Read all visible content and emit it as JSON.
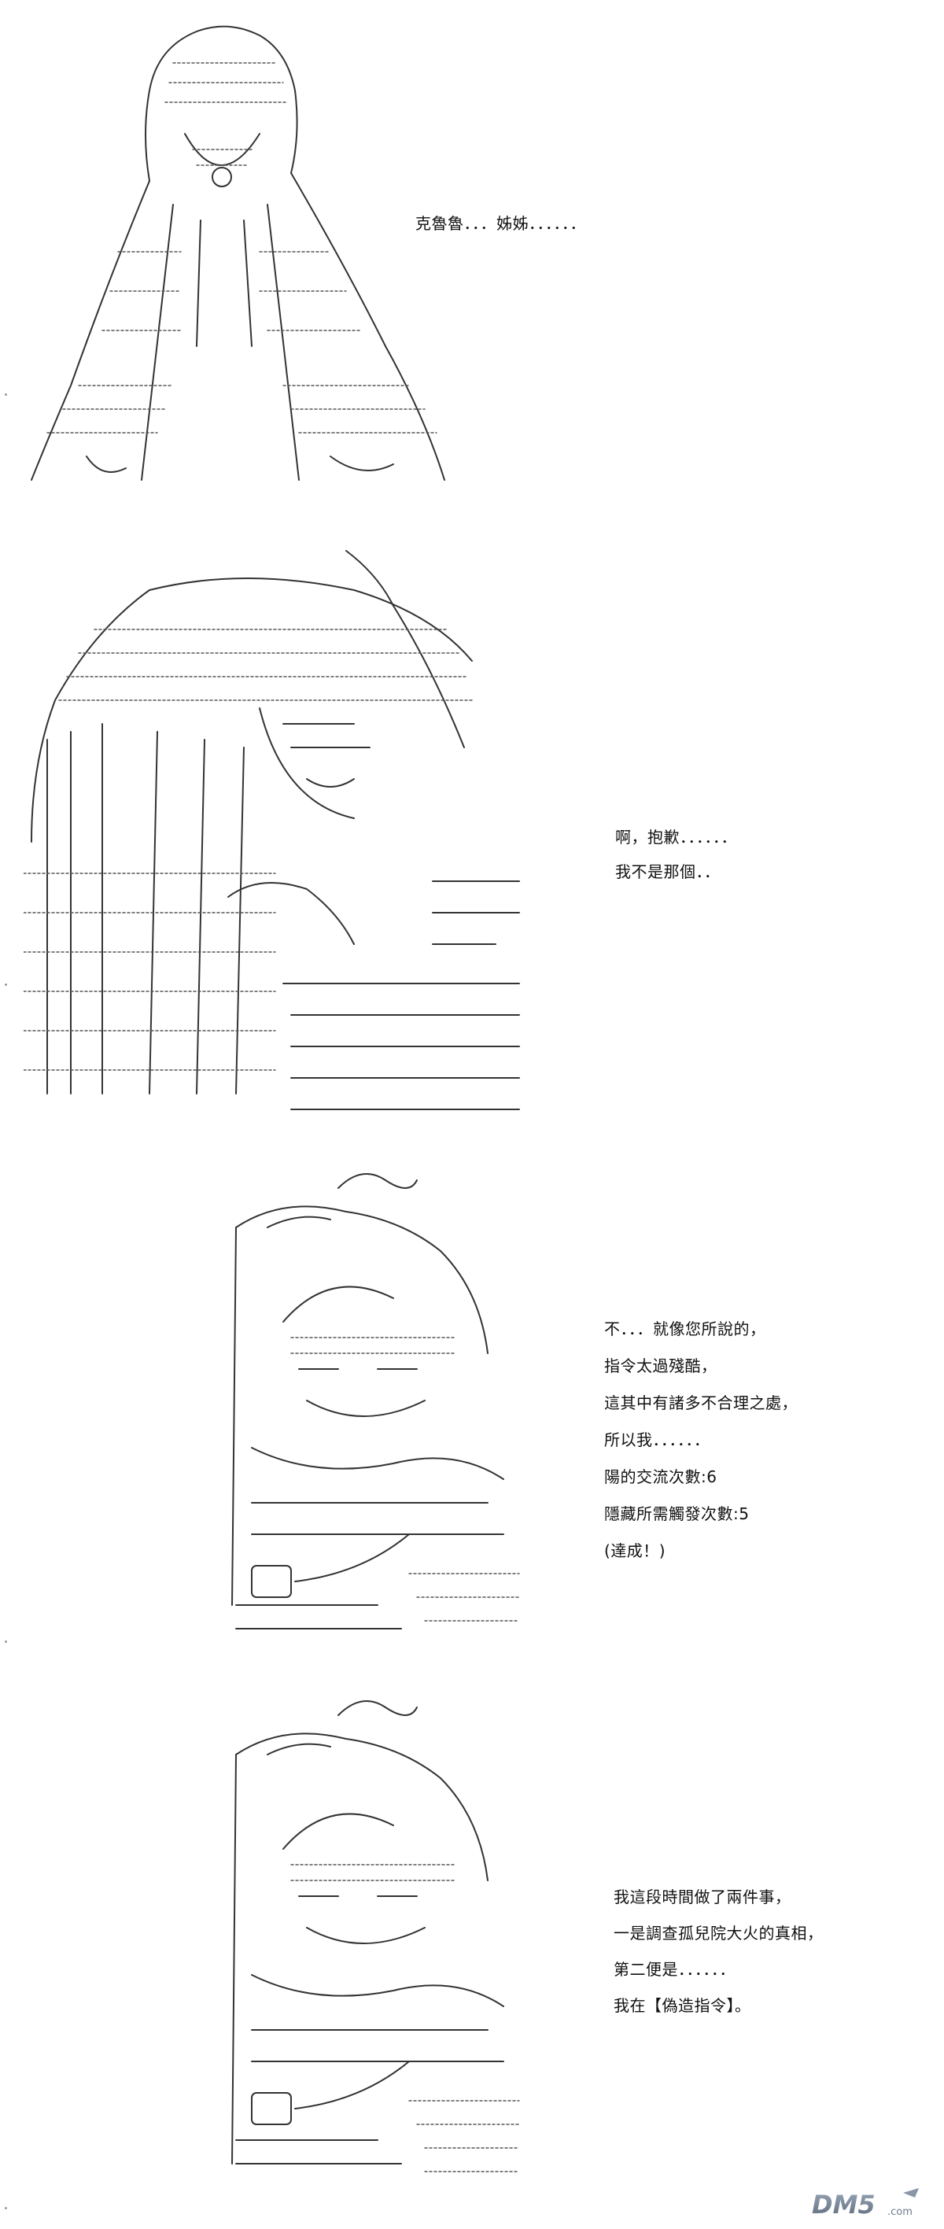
{
  "panels": [
    {
      "id": "panel-1",
      "lines": [
        "克魯魯．．．姊姊．．．．．．"
      ]
    },
    {
      "id": "panel-2",
      "lines": [
        "啊，抱歉．．．．．．",
        "我不是那個．．"
      ]
    },
    {
      "id": "panel-3",
      "lines": [
        "不．．．就像您所說的，",
        "指令太過殘酷，",
        "這其中有諸多不合理之處，",
        "所以我．．．．．．",
        "陽的交流次數:6",
        "隱藏所需觸發次數:5",
        "(達成！)"
      ]
    },
    {
      "id": "panel-4",
      "lines": [
        "我這段時間做了兩件事，",
        "一是調查孤兒院大火的真相，",
        "第二便是．．．．．．",
        "我在【偽造指令】。"
      ]
    }
  ],
  "watermark": {
    "text": "DM5",
    "suffix": ".com"
  }
}
